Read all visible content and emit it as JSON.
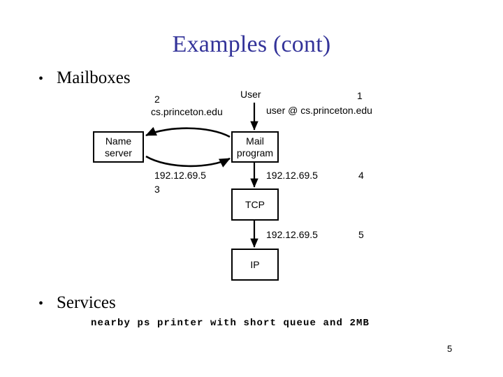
{
  "slide": {
    "title": "Examples (cont)",
    "page_number": "5",
    "title_color": "#333399",
    "text_color": "#000000",
    "background": "#ffffff"
  },
  "bullets": [
    {
      "marker": "•",
      "label": "Mailboxes"
    },
    {
      "marker": "•",
      "label": "Services"
    }
  ],
  "services": {
    "example_command": "nearby ps printer with short queue and 2MB"
  },
  "diagram": {
    "boxes": [
      {
        "id": "name-server",
        "line1": "Name",
        "line2": "server"
      },
      {
        "id": "mail-program",
        "line1": "Mail",
        "line2": "program"
      },
      {
        "id": "tcp",
        "line1": "TCP",
        "line2": ""
      },
      {
        "id": "ip",
        "line1": "IP",
        "line2": ""
      }
    ],
    "labels": {
      "user": "User",
      "user_address": "user @ cs.princeton.edu",
      "step1": "1",
      "step2": "2",
      "domain": "cs.princeton.edu",
      "step3": "3",
      "ip_addr_3": "192.12.69.5",
      "step4": "4",
      "ip_addr_4": "192.12.69.5",
      "step5": "5",
      "ip_addr_5": "192.12.69.5"
    }
  }
}
